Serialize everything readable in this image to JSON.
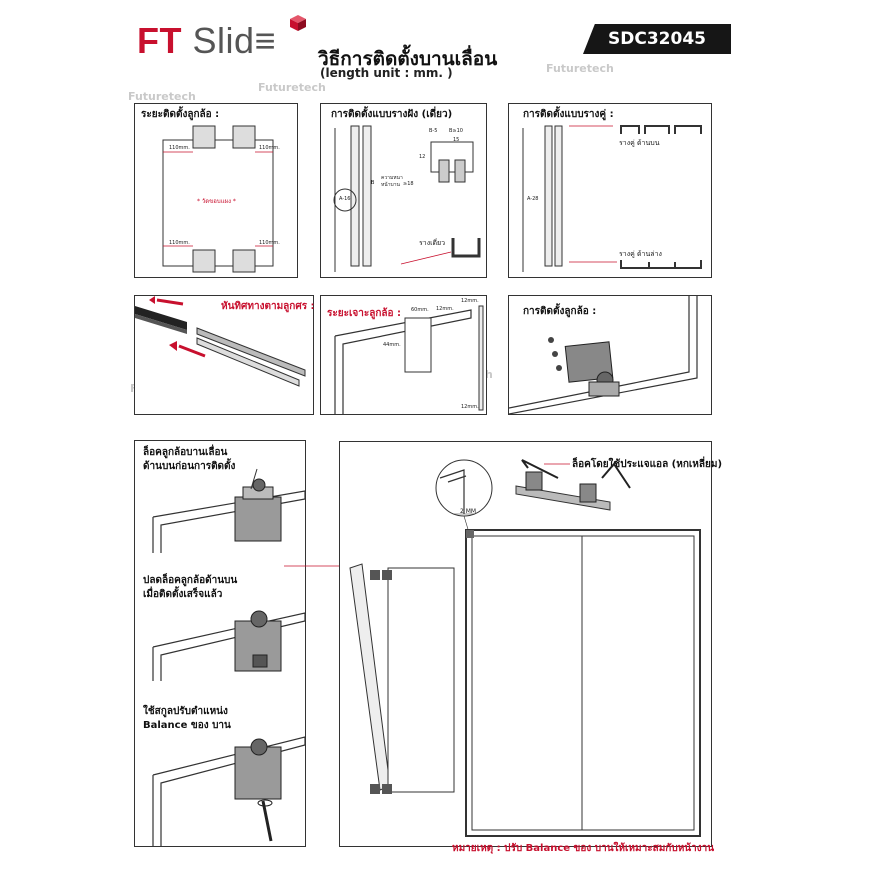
{
  "header": {
    "brand_ft": "FT",
    "brand_slide": "Slid≡",
    "title_th": "วิธีการติดตั้งบานเลื่อน",
    "title_en": "(length unit : mm. )",
    "model_code": "SDC32045"
  },
  "panels": {
    "p1": {
      "label": "ระยะติดตั้งลูกล้อ :",
      "dim_tl": "110mm.",
      "dim_tr": "110mm.",
      "dim_bl": "110mm.",
      "dim_br": "110mm.",
      "center_text": "* วัดขอบแผง *"
    },
    "p2": {
      "label": "การติดตั้งแบบรางฝัง (เดี่ยว)",
      "dim_a": "A-16",
      "dim_b": "B",
      "dim_bs": "B-5",
      "dim_b10": "B≥10",
      "dim_15": "15",
      "dim_12": "12",
      "depth_label": "ความหนา",
      "depth_label2": "หน้าบาน",
      "depth_val": "≥18",
      "rail_label": "รางเดี่ยว"
    },
    "p3": {
      "label": "การติดตั้งแบบรางคู่ :",
      "dim_a": "A-28",
      "top_rail": "รางคู่ ด้านบน",
      "bottom_rail": "รางคู่ ด้านล่าง"
    },
    "p4": {
      "label": "หันทิศทางตามลูกศร :"
    },
    "p5": {
      "label": "ระยะเจาะลูกล้อ :",
      "dim_60": "60mm.",
      "dim_12a": "12mm.",
      "dim_12b": "12mm.",
      "dim_44": "44mm.",
      "dim_12c": "12mm."
    },
    "p6": {
      "label": "การติดตั้งลูกล้อ :"
    },
    "p7": {
      "step1_l1": "ล็อคลูกล้อบานเลื่อน",
      "step1_l2": "ด้านบนก่อนการติดตั้ง",
      "step2_l1": "ปลดล็อคลูกล้อด้านบน",
      "step2_l2": "เมื่อติดตั้งเสร็จแล้ว",
      "step3_l1": "ใช้สกูลปรับตำแหน่ง",
      "step3_l2": "Balance ของ บาน"
    },
    "p8": {
      "label": "ล็อคโดยใช้ประแจแอล (หกเหลี่ยม)",
      "dim_2mm": "2 MM"
    }
  },
  "footer": {
    "note": "หมายเหตุ : ปรับ Balance ของ บานให้เหมาะสมกับหน้างาน"
  },
  "watermark": "Futuretech",
  "colors": {
    "accent": "#c8102e",
    "dark": "#161616",
    "line": "#333333"
  }
}
